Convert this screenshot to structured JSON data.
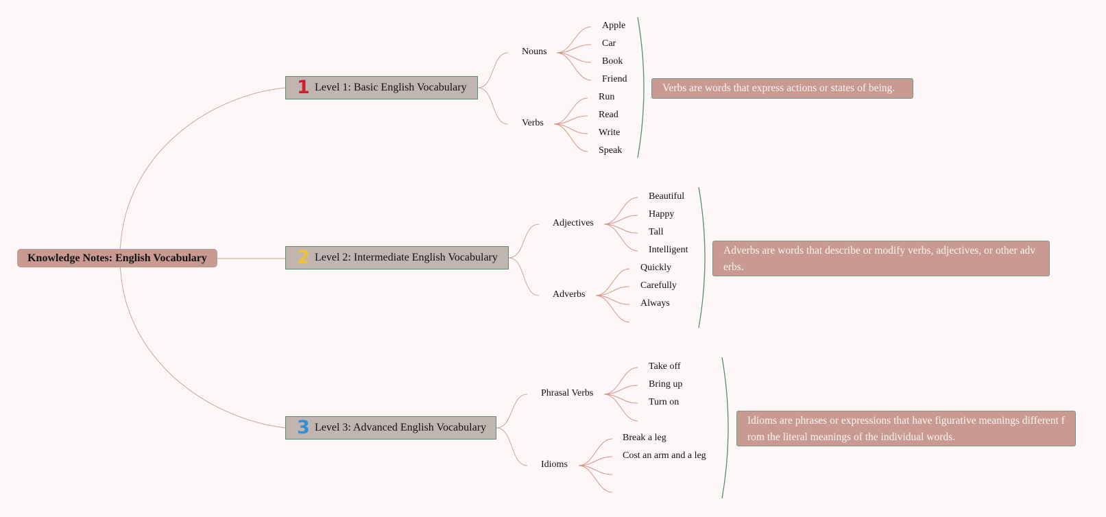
{
  "root": {
    "label": "Knowledge Notes: English Vocabulary"
  },
  "levels": [
    {
      "badge": "1",
      "label": "Level 1: Basic English Vocabulary",
      "categories": [
        {
          "label": "Nouns",
          "items": [
            "Apple",
            "Car",
            "Book",
            "Friend"
          ]
        },
        {
          "label": "Verbs",
          "items": [
            "Run",
            "Read",
            "Write",
            "Speak"
          ]
        }
      ],
      "note": "Verbs are words that express actions or states of being."
    },
    {
      "badge": "2",
      "label": "Level 2: Intermediate English Vocabulary",
      "categories": [
        {
          "label": "Adjectives",
          "items": [
            "Beautiful",
            "Happy",
            "Tall",
            "Intelligent"
          ]
        },
        {
          "label": "Adverbs",
          "items": [
            "Quickly",
            "Carefully",
            "Always",
            ""
          ]
        }
      ],
      "note": "Adverbs are words that describe or modify verbs, adjectives, or other adverbs."
    },
    {
      "badge": "3",
      "label": "Level 3: Advanced English Vocabulary",
      "categories": [
        {
          "label": "Phrasal Verbs",
          "items": [
            "Take off",
            "Bring up",
            "Turn on",
            ""
          ]
        },
        {
          "label": "Idioms",
          "items": [
            "Break a leg",
            "Cost an arm and a leg",
            "",
            ""
          ]
        }
      ],
      "note": "Idioms are phrases or expressions that have figurative meanings different from the literal meanings of the individual words."
    }
  ],
  "colors": {
    "background": "#fdf8f7",
    "root_fill": "#c89a92",
    "level_fill": "#c1b5b2",
    "level_border": "#5e8c73",
    "link": "#c9a49c",
    "leaf_link": "#d89486",
    "bracket": "#5e8c73",
    "badge_1": "#d01f2e",
    "badge_2": "#f2c12e",
    "badge_3": "#2f8fd8",
    "note_text": "#fbf4f2"
  }
}
